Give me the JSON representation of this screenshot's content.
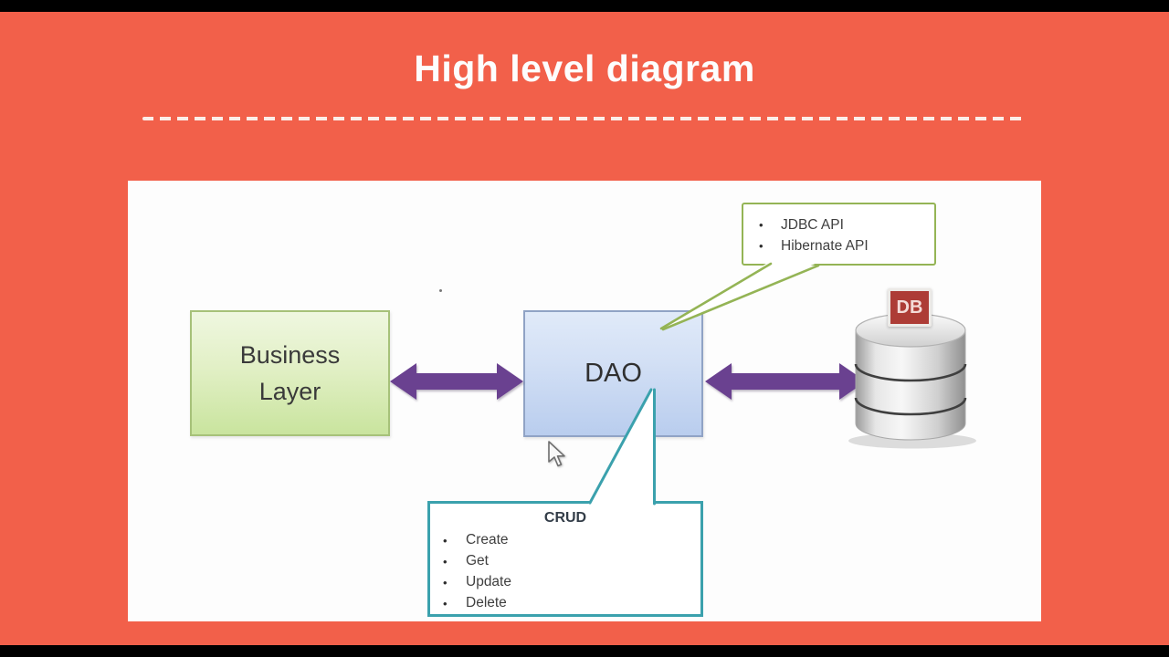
{
  "title": "High level diagram",
  "glyphs": {
    "bullet": "•"
  },
  "panel": {
    "business_box": {
      "lines": [
        "Business",
        "Layer"
      ]
    },
    "dao_box": {
      "label": "DAO"
    },
    "db": {
      "badge_label": "DB"
    },
    "api_callout": {
      "items": [
        "JDBC API",
        "Hibernate API"
      ]
    },
    "crud_callout": {
      "title": "CRUD",
      "items": [
        "Create",
        "Get",
        "Update",
        "Delete"
      ]
    }
  },
  "colors": {
    "background_orange": "#f2604a",
    "letterbox_black": "#000000",
    "panel_white": "#fdfdfd",
    "title_text": "#fdfdfd",
    "arrow_purple": "#6a4190",
    "business_box_fill": "#d9ecb4",
    "business_box_border": "#a6c179",
    "dao_box_fill": "#cddcf2",
    "dao_box_border": "#90a3c5",
    "api_callout_border": "#94b455",
    "crud_callout_border": "#3ba1ad",
    "db_badge_red": "#ad3c36",
    "body_text": "#3a3a3a"
  }
}
